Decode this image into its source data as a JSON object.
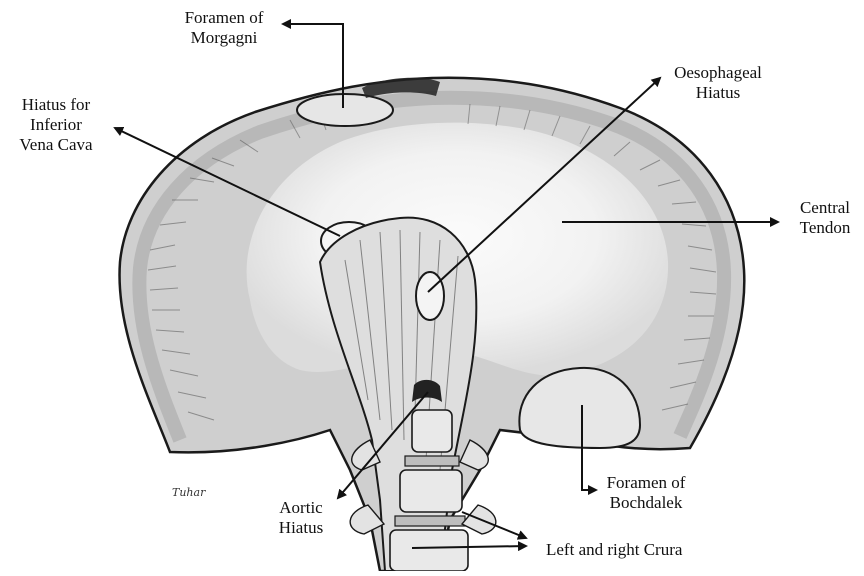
{
  "labels": {
    "morgagni": [
      "Foramen of",
      "Morgagni"
    ],
    "ivc": [
      "Hiatus for",
      "Inferior",
      "Vena Cava"
    ],
    "oesophageal": [
      "Oesophageal",
      "Hiatus"
    ],
    "central": [
      "Central",
      "Tendon"
    ],
    "aortic": [
      "Aortic",
      "Hiatus"
    ],
    "bochdalek": [
      "Foramen of",
      "Bochdalek"
    ],
    "crura": [
      "Left and right Crura"
    ]
  },
  "signature": "Tuhar",
  "colors": {
    "muscle": "#c9c9c9",
    "muscle_dark": "#9a9a9a",
    "tendon": "#eeeeee",
    "tendon_light": "#f8f8f8",
    "outline": "#1a1a1a",
    "arrow": "#111111"
  }
}
